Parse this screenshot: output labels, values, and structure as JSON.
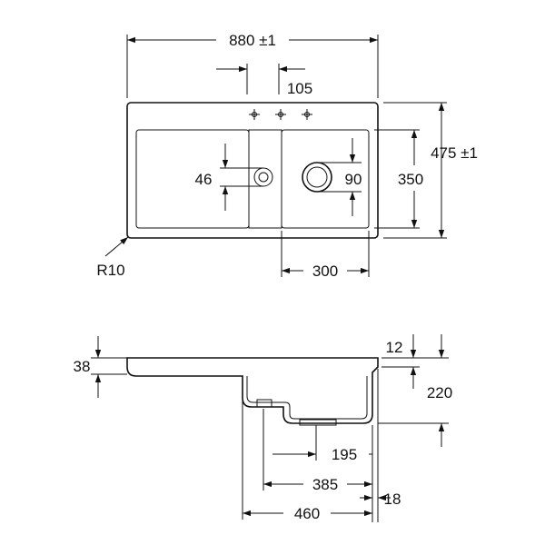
{
  "colors": {
    "ink": "#111111",
    "background": "#ffffff"
  },
  "top_view": {
    "overall_width": "880 ±1",
    "bowl_spacing": "105",
    "overall_depth": "475 ±1",
    "bowl_depth": "350",
    "drain_small": "46",
    "drain_large": "90",
    "corner_radius": "R10",
    "bowl_width": "300"
  },
  "side_view": {
    "rim_height": "38",
    "flange_thickness": "12",
    "total_depth": "220",
    "drain_offset": "195",
    "bowl_length_inner": "385",
    "bowl_length": "460",
    "wall_thickness": "18"
  }
}
